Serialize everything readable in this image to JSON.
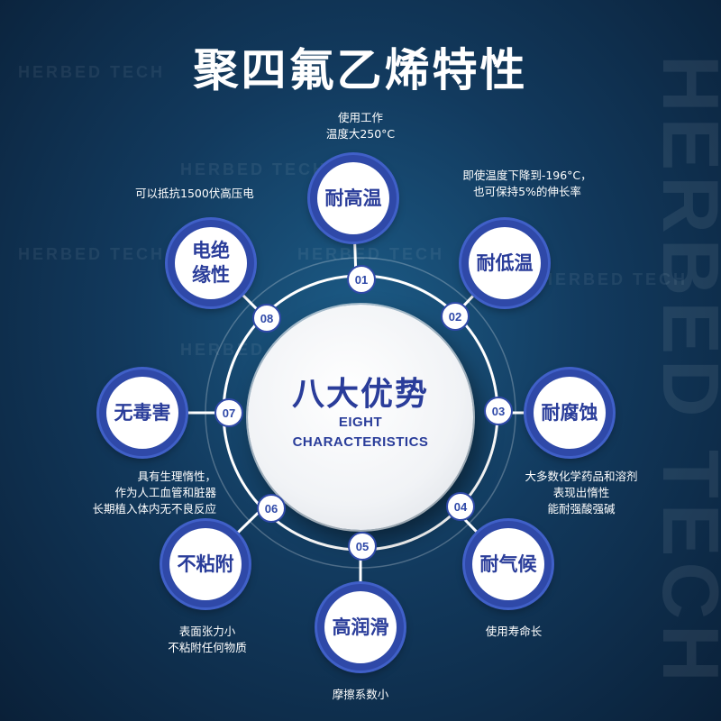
{
  "title": "聚四氟乙烯特性",
  "watermark": {
    "text": "HERBED TECH"
  },
  "center": {
    "main": "八大优势",
    "en_line1": "EIGHT",
    "en_line2": "CHARACTERISTICS"
  },
  "features": [
    {
      "num": "01",
      "label_lines": [
        "耐高温"
      ],
      "desc_lines": [
        "使用工作",
        "温度大250°C"
      ]
    },
    {
      "num": "02",
      "label_lines": [
        "耐低温"
      ],
      "desc_lines": [
        "即使温度下降到-196°C，",
        "也可保持5%的伸长率"
      ]
    },
    {
      "num": "03",
      "label_lines": [
        "耐腐蚀"
      ],
      "desc_lines": [
        "大多数化学药品和溶剂",
        "表现出惰性",
        "能耐强酸强碱"
      ]
    },
    {
      "num": "04",
      "label_lines": [
        "耐气候"
      ],
      "desc_lines": [
        "使用寿命长"
      ]
    },
    {
      "num": "05",
      "label_lines": [
        "高润滑"
      ],
      "desc_lines": [
        "摩擦系数小"
      ]
    },
    {
      "num": "06",
      "label_lines": [
        "不粘附"
      ],
      "desc_lines": [
        "表面张力小",
        "不粘附任何物质"
      ]
    },
    {
      "num": "07",
      "label_lines": [
        "无毒害"
      ],
      "desc_lines": [
        "具有生理惰性，",
        "作为人工血管和脏器",
        "长期植入体内无不良反应"
      ]
    },
    {
      "num": "08",
      "label_lines": [
        "电绝",
        "缘性"
      ],
      "desc_lines": [
        "可以抵抗1500伏高压电"
      ]
    }
  ],
  "colors": {
    "accent": "#2f49a8",
    "text_blue": "#2a3d9a",
    "background": "#123a5e"
  }
}
